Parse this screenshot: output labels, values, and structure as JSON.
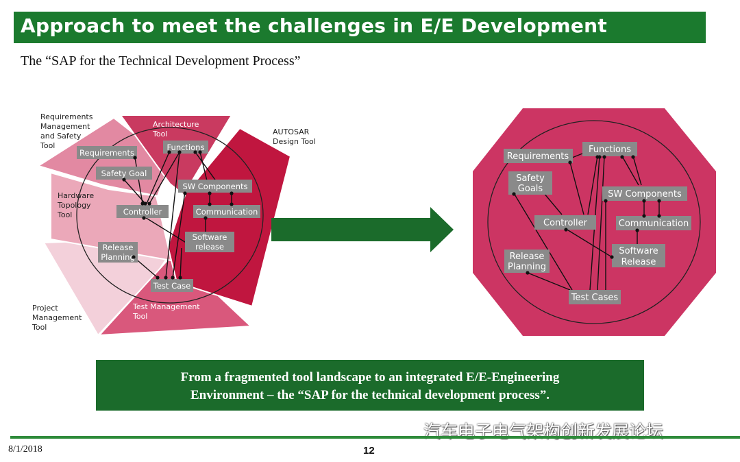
{
  "header": {
    "title": "Approach to meet the challenges in E/E Development",
    "subtitle": "The “SAP for the Technical Development Process”"
  },
  "left_diagram": {
    "tools": {
      "requirements": [
        "Requirements",
        "Management",
        "and Safety",
        "Tool"
      ],
      "architecture": [
        "Architecture",
        "Tool"
      ],
      "autosar": [
        "AUTOSAR",
        "Design Tool"
      ],
      "hardware": [
        "Hardware",
        "Topology",
        "Tool"
      ],
      "project": [
        "Project",
        "Management",
        "Tool"
      ],
      "test": [
        "Test Management",
        "Tool"
      ]
    },
    "boxes": {
      "requirements": "Requirements",
      "functions": "Functions",
      "safety_goal": "Safety Goal",
      "sw_components": "SW Components",
      "controller": "Controller",
      "communication": "Communication",
      "software_release": [
        "Software",
        "release"
      ],
      "release_planning": [
        "Release",
        "Planning"
      ],
      "test_case": "Test Case"
    }
  },
  "right_diagram": {
    "boxes": {
      "requirements": "Requirements",
      "functions": "Functions",
      "safety_goals": [
        "Safety",
        "Goals"
      ],
      "sw_components": "SW Components",
      "controller": "Controller",
      "communication": "Communication",
      "software_release": [
        "Software",
        "Release"
      ],
      "release_planning": [
        "Release",
        "Planning"
      ],
      "test_cases": "Test Cases"
    }
  },
  "banner": {
    "line1": "From a fragmented tool landscape to an integrated E/E-Engineering",
    "line2": "Environment – the “SAP for the technical development process”."
  },
  "footer": {
    "date": "8/1/2018",
    "page": "12",
    "watermark": "汽车电子电气架构创新发展论坛"
  },
  "colors": {
    "title_green": "#1b7a2e",
    "banner_green": "#1b6b2b",
    "octagon": "#cc3563",
    "autosar": "#c0163f",
    "architecture": "#c93a60",
    "requirements_tool": "#e289a2",
    "hardware_tool": "#eba8b9",
    "project_tool": "#f3d0da",
    "test_tool": "#d9587c",
    "box_gray": "#8a8a8a"
  }
}
